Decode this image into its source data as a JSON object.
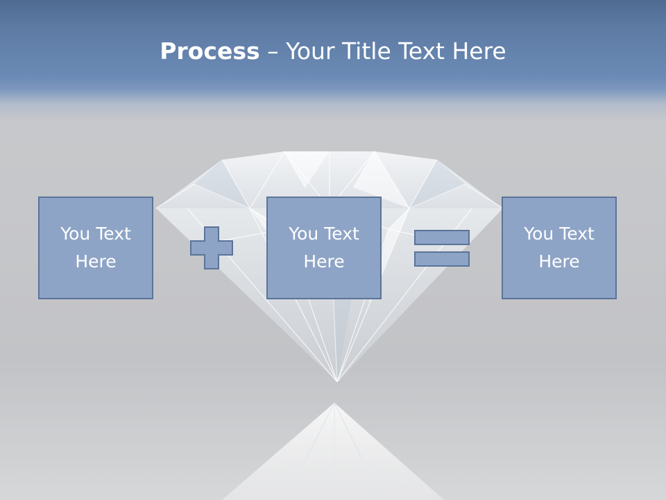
{
  "slide": {
    "title_bold": "Process",
    "title_rest": " – Your Title Text Here"
  },
  "boxes": [
    {
      "text": "You Text Here"
    },
    {
      "text": "You Text Here"
    },
    {
      "text": "You Text Here"
    }
  ],
  "operators": {
    "first": "plus-icon",
    "second": "equals-icon"
  },
  "colors": {
    "header": "#6b8ab5",
    "box_fill": "#8ea4c6",
    "box_border": "#5b7398",
    "text": "#ffffff"
  },
  "images": {
    "background": "diamond-image"
  }
}
